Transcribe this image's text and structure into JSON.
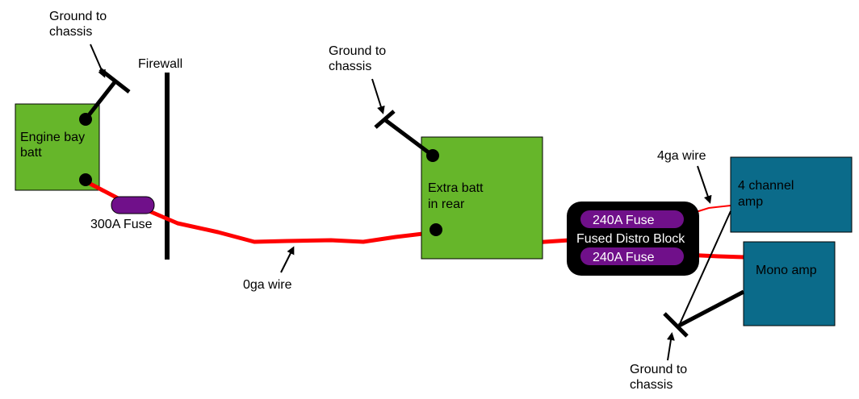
{
  "colors": {
    "battery": "#66b62a",
    "amp": "#0b6b8a",
    "power_wire": "#ff0000",
    "fuse": "#70108a",
    "distro_block": "#000000",
    "ground": "#000000",
    "background": "#ffffff"
  },
  "labels": {
    "ground_top_left": [
      "Ground to",
      "chassis"
    ],
    "firewall": "Firewall",
    "engine_bay_batt": [
      "Engine bay",
      "batt"
    ],
    "fuse_300a": "300A Fuse",
    "ground_top_middle": [
      "Ground to",
      "chassis"
    ],
    "extra_batt": [
      "Extra batt",
      "in rear"
    ],
    "wire_0ga": "0ga wire",
    "fuse_240a_top": "240A Fuse",
    "distro_block": "Fused Distro Block",
    "fuse_240a_bottom": "240A Fuse",
    "wire_4ga": "4ga wire",
    "amp_4ch": [
      "4 channel",
      "amp"
    ],
    "amp_mono": "Mono amp",
    "ground_bottom_right": [
      "Ground to",
      "chassis"
    ]
  }
}
